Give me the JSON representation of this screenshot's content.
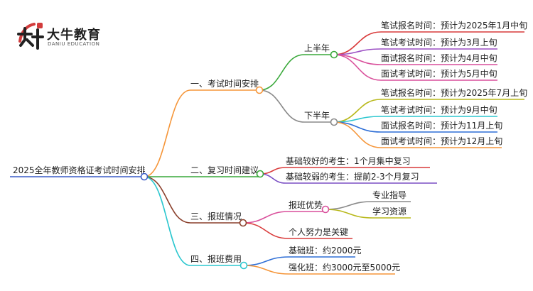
{
  "brand": {
    "name": "大牛教育",
    "sub": "DANIU EDUCATION"
  },
  "root": {
    "label": "2025全年教师资格证考试时间安排"
  },
  "branches": [
    {
      "label": "一、考试时间安排",
      "color": "#f5963a"
    },
    {
      "label": "二、复习时间建议",
      "color": "#39a83a"
    },
    {
      "label": "三、报班情况",
      "color": "#8a3f2b"
    },
    {
      "label": "四、报班费用",
      "color": "#2cc7cf"
    }
  ],
  "exam_schedule": {
    "first_half": {
      "label": "上半年",
      "items": [
        "笔试报名时间：预计为2025年1月中旬",
        "笔试考试时间：预计为3月上旬",
        "面试报名时间：预计为4月中旬",
        "面试考试时间：预计为5月中旬"
      ]
    },
    "second_half": {
      "label": "下半年",
      "items": [
        "笔试报名时间：预计为2025年7月上旬",
        "笔试考试时间：预计为9月中旬",
        "面试报名时间：预计为11月上旬",
        "面试考试时间：预计为12月上旬"
      ]
    }
  },
  "review_advice": [
    "基础较好的考生：1个月集中复习",
    "基础较弱的考生：提前2-3个月复习"
  ],
  "class_situation": {
    "advantage": {
      "label": "报班优势",
      "items": [
        "专业指导",
        "学习资源"
      ]
    },
    "effort": "个人努力是关键"
  },
  "class_fees": [
    "基础班：约2000元",
    "强化班：约3000元至5000元"
  ],
  "colors": {
    "root": "#3a5cc7",
    "first_half": "#39a83a",
    "second_half": "#8a8a8a",
    "leaf_red": "#d93a3a",
    "leaf_purple": "#9b4fc4",
    "leaf_pink": "#d94f9b",
    "leaf_olive": "#b8b81a",
    "leaf_cyan": "#2cc7cf",
    "leaf_blue": "#2f6fd6",
    "leaf_orange": "#f5963a",
    "leaf_grey": "#8a8a8a",
    "leaf_green": "#39a83a",
    "leaf_violet": "#7a4fc4"
  }
}
